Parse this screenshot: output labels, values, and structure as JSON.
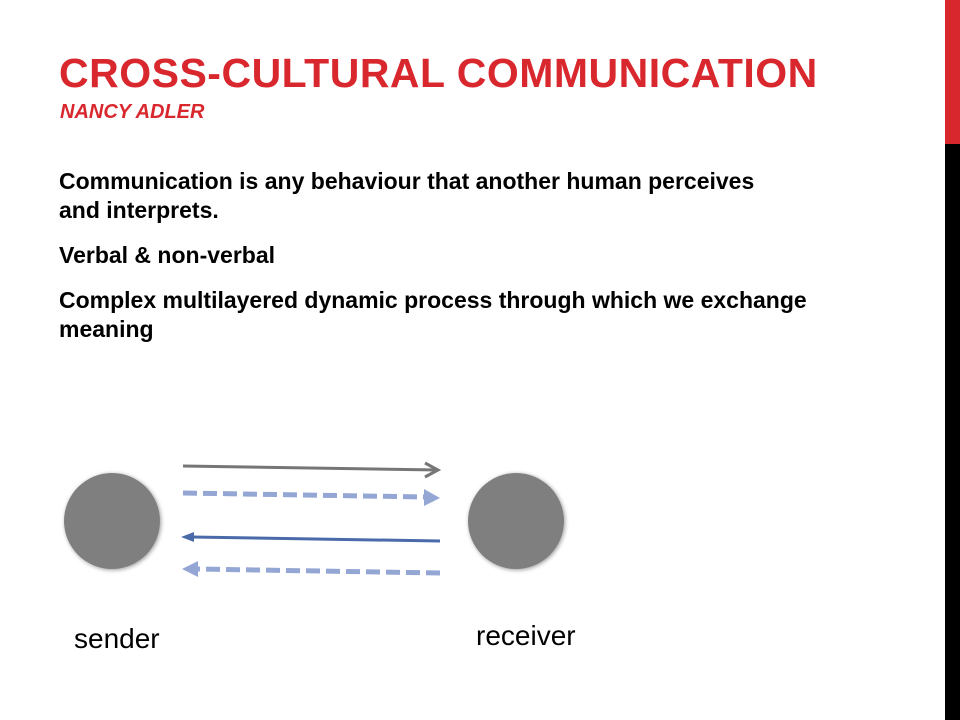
{
  "title": "CROSS-CULTURAL COMMUNICATION",
  "subtitle": "NANCY ADLER",
  "bullets": [
    "Communication is any behaviour that another human perceives and interprets.",
    "Verbal & non-verbal",
    "Complex multilayered dynamic process through which we exchange meaning"
  ],
  "diagram": {
    "sender_label": "sender",
    "receiver_label": "receiver",
    "colors": {
      "node": "#7f7f7f",
      "arrow_gray": "#767676",
      "arrow_blue": "#4a6aaa",
      "arrow_light": "#94a6d4",
      "accent": "#d9272e"
    }
  }
}
